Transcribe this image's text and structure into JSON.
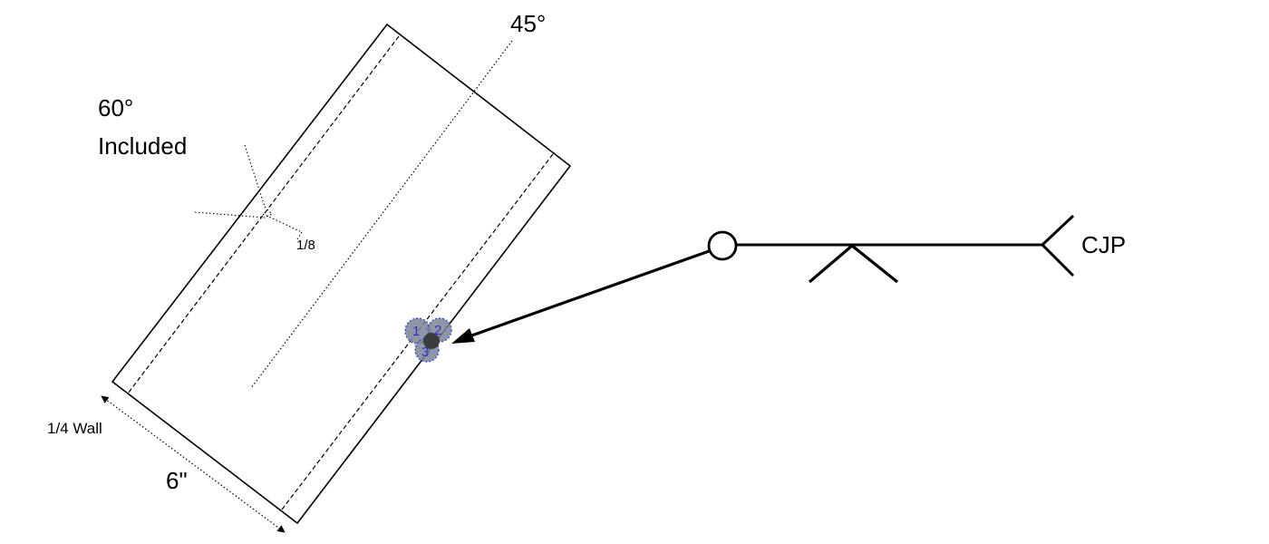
{
  "labels": {
    "bevel_angle": "45°",
    "included_line1": "60°",
    "included_line2": "Included",
    "root_gap": "1/8",
    "wall": "1/4 Wall",
    "diameter": "6\"",
    "tail_note": "CJP"
  },
  "weld_passes": [
    "1",
    "2",
    "3"
  ],
  "colors": {
    "line": "#000000",
    "bead_fill": "#7b8497",
    "bead_stroke": "#3d4fd1",
    "bead_core": "#3b3b3b",
    "bead_number": "#3333cc"
  },
  "icons": {
    "weld_symbol_flag": "circle-all-around-icon",
    "groove_symbol": "v-groove-icon",
    "tail": "tail-fork-icon",
    "arrowhead": "arrowhead-icon"
  }
}
